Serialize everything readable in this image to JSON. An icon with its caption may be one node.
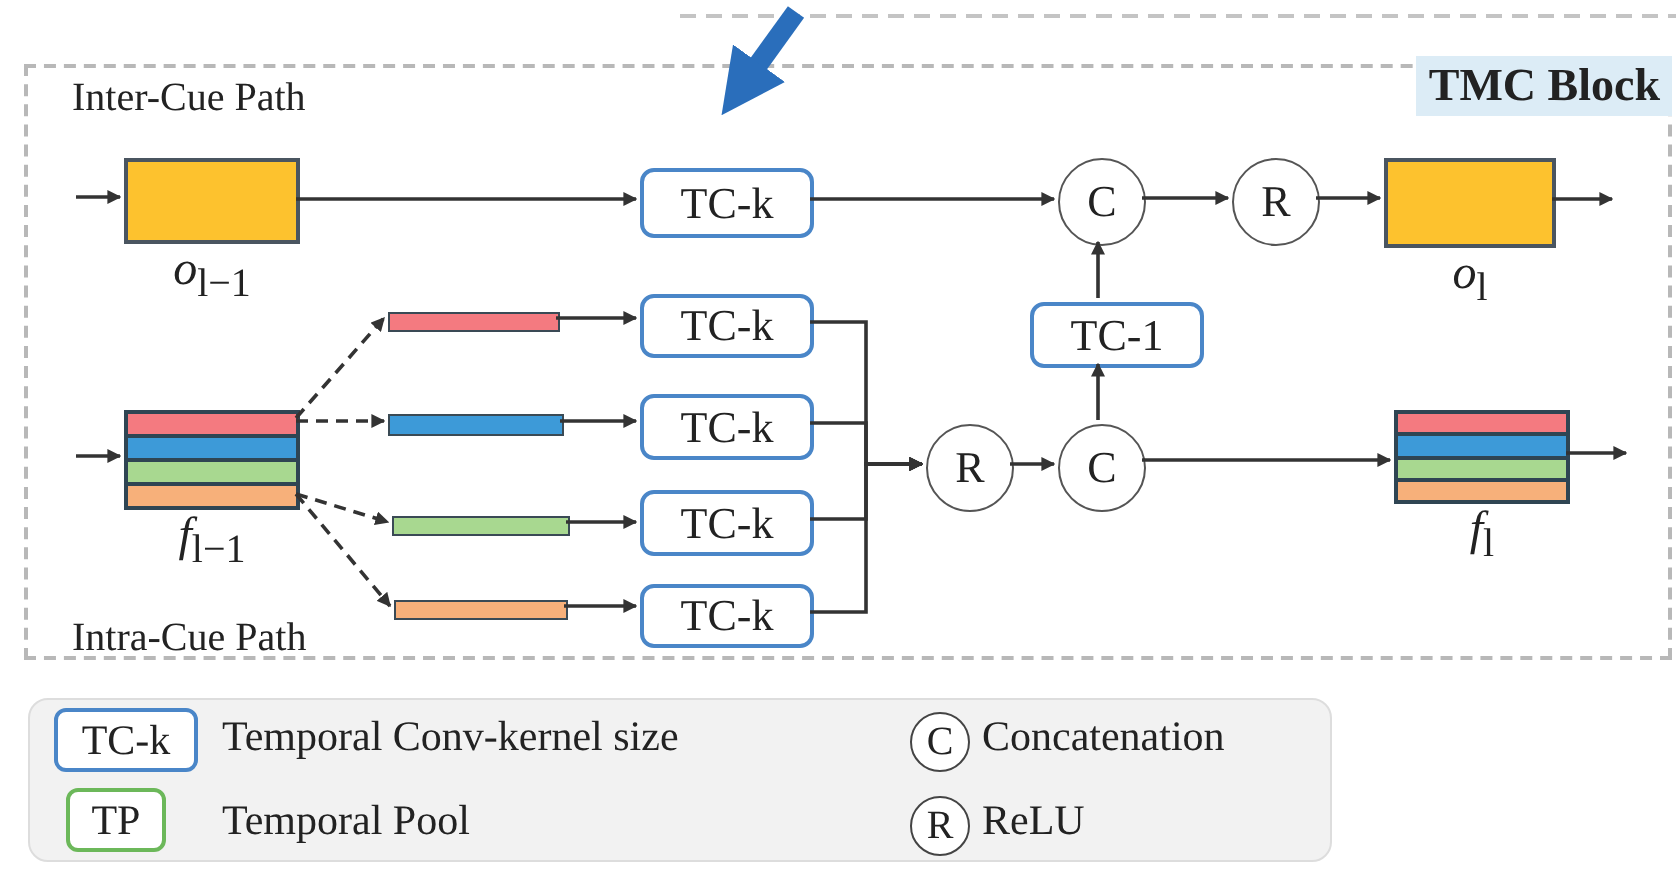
{
  "diagram": {
    "nodes": [
      {
        "text": [
          "TMC Block"
        ]
      },
      {
        "text": [],
        "shape": "box",
        "beside": [
          "*o*$_{l−1}$"
        ],
        "in": 0
      },
      {
        "text": [
          "TC-k"
        ],
        "in": 0
      },
      {
        "text": [
          "C"
        ],
        "in": 0
      },
      {
        "text": [
          "R"
        ],
        "in": 0
      },
      {
        "text": [],
        "shape": "box",
        "beside": [
          "*o*$_{l}$"
        ],
        "in": 0
      },
      {
        "text": [],
        "shape": "box",
        "beside": [
          "*f*$_{l−1}$"
        ],
        "in": 0
      },
      {
        "text": [],
        "shape": "bar",
        "in": 0
      },
      {
        "text": [],
        "shape": "bar",
        "in": 0
      },
      {
        "text": [],
        "shape": "bar",
        "in": 0
      },
      {
        "text": [],
        "shape": "bar",
        "in": 0
      },
      {
        "text": [
          "TC-k"
        ],
        "in": 0
      },
      {
        "text": [
          "TC-k"
        ],
        "in": 0
      },
      {
        "text": [
          "TC-k"
        ],
        "in": 0
      },
      {
        "text": [
          "TC-k"
        ],
        "in": 0
      },
      {
        "text": [
          "R"
        ],
        "in": 0
      },
      {
        "text": [
          "C"
        ],
        "in": 0
      },
      {
        "text": [
          "TC-1"
        ],
        "in": 0
      },
      {
        "text": [],
        "shape": "box",
        "beside": [
          "*f*$_{l}$"
        ],
        "in": 0
      }
    ],
    "edges": [
      {
        "from": null,
        "to": 1,
        "arrow": "to"
      },
      {
        "from": 1,
        "to": 2,
        "arrow": "to"
      },
      {
        "from": 2,
        "to": 3,
        "arrow": "to"
      },
      {
        "from": 3,
        "to": 4,
        "arrow": "to"
      },
      {
        "from": 4,
        "to": 5,
        "arrow": "to"
      },
      {
        "from": 5,
        "to": null,
        "arrow": "to"
      },
      {
        "from": null,
        "to": 6,
        "arrow": "to"
      },
      {
        "from": 6,
        "to": 7,
        "arrow": "to",
        "style": "dashed"
      },
      {
        "from": 6,
        "to": 8,
        "arrow": "to",
        "style": "dashed"
      },
      {
        "from": 6,
        "to": 9,
        "arrow": "to",
        "style": "dashed"
      },
      {
        "from": 6,
        "to": 10,
        "arrow": "to",
        "style": "dashed"
      },
      {
        "from": 7,
        "to": 11,
        "arrow": "to"
      },
      {
        "from": 8,
        "to": 12,
        "arrow": "to"
      },
      {
        "from": 9,
        "to": 13,
        "arrow": "to"
      },
      {
        "from": 10,
        "to": 14,
        "arrow": "to"
      },
      {
        "from": 11,
        "to": 15,
        "arrow": "to"
      },
      {
        "from": 12,
        "to": 15,
        "arrow": "to"
      },
      {
        "from": 13,
        "to": 15,
        "arrow": "to"
      },
      {
        "from": 14,
        "to": 15,
        "arrow": "to"
      },
      {
        "from": 15,
        "to": 16,
        "arrow": "to"
      },
      {
        "from": 16,
        "to": 17,
        "arrow": "to"
      },
      {
        "from": 17,
        "to": 3,
        "arrow": "to"
      },
      {
        "from": 16,
        "to": 18,
        "arrow": "to"
      },
      {
        "from": 18,
        "to": null,
        "arrow": "to"
      },
      {
        "from": null,
        "to": 0,
        "arrow": "to",
        "style": "thick",
        "color": "#2a6ebb"
      }
    ],
    "labels": [
      "Inter-Cue Path",
      "Intra-Cue Path",
      "TC-k",
      "C",
      "TP",
      "R"
    ],
    "legend": [
      {
        "text": "Temporal Conv-kernel size"
      },
      {
        "text": "Concatenation"
      },
      {
        "text": "Temporal Pool"
      },
      {
        "text": "ReLU"
      }
    ]
  }
}
